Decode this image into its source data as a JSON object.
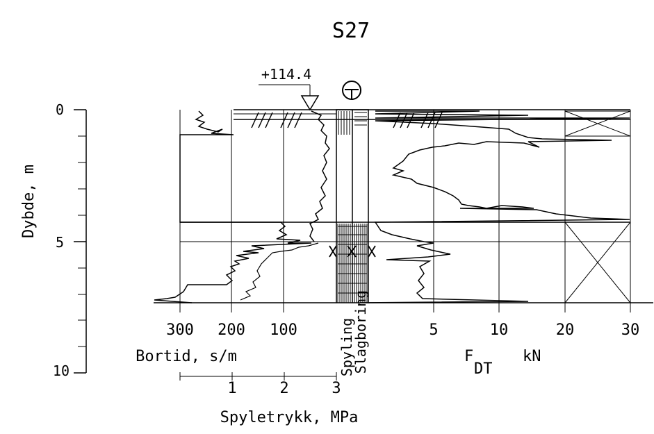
{
  "title": "S27",
  "level_marker": "+114.4",
  "depth_axis": {
    "label": "Dybde, m",
    "ticks": [
      {
        "value": 0,
        "label": "0"
      },
      {
        "value": 5,
        "label": "5"
      },
      {
        "value": 10,
        "label": "10"
      }
    ]
  },
  "bortid_axis": {
    "label": "Bortid, s/m",
    "ticks": [
      "300",
      "200",
      "100"
    ]
  },
  "spyletrykk_axis": {
    "label": "Spyletrykk, MPa",
    "ticks": [
      "1",
      "2",
      "3"
    ]
  },
  "method_labels": {
    "spyling": "Spyling",
    "slagboring": "Slagboring"
  },
  "force_axis": {
    "label_main": "F",
    "label_sub": "DT",
    "label_unit": "kN",
    "ticks": [
      "5",
      "10",
      "20",
      "30"
    ]
  },
  "colors": {
    "ink": "#000000",
    "background": "#ffffff"
  },
  "symbols": {
    "sounding_symbol": "circled-T-icon",
    "level_marker": "down-triangle-icon",
    "stop_marks": "x-mark-icon"
  }
}
